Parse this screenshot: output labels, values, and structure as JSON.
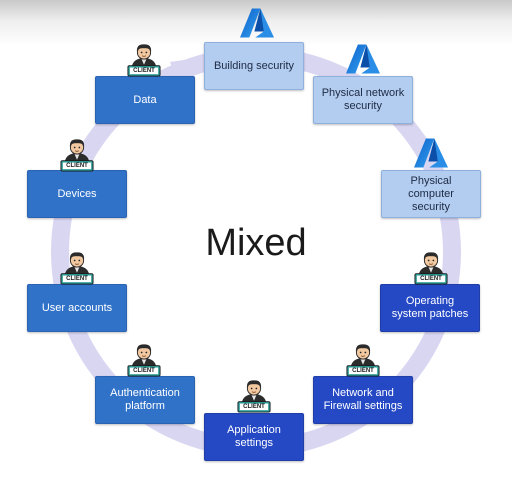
{
  "title": "Mixed",
  "nodes": [
    {
      "label": "Building security",
      "owner": "azure-icon"
    },
    {
      "label": "Physical network security",
      "owner": "azure-icon"
    },
    {
      "label": "Physical computer security",
      "owner": "azure-icon"
    },
    {
      "label": "Operating system patches",
      "owner": "client-icon"
    },
    {
      "label": "Network and Firewall settings",
      "owner": "client-icon"
    },
    {
      "label": "Application settings",
      "owner": "client-icon"
    },
    {
      "label": "Authentication platform",
      "owner": "client-icon"
    },
    {
      "label": "User accounts",
      "owner": "client-icon"
    },
    {
      "label": "Devices",
      "owner": "client-icon"
    },
    {
      "label": "Data",
      "owner": "client-icon"
    }
  ],
  "client_badge": "CLIENT",
  "colors": {
    "ring": "#d9d6f2",
    "light_box": "#b3cdf0",
    "mid_box": "#3172c9",
    "dark_box": "#2549c4",
    "azure_logo": "#1d6fd6"
  }
}
